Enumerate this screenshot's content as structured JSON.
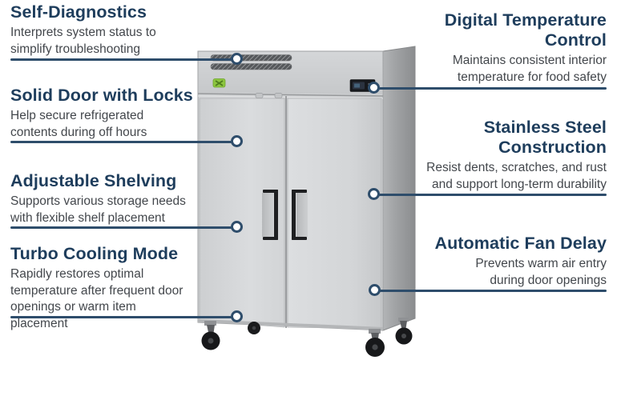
{
  "colors": {
    "accent_line": "#2e4d6b",
    "heading": "#1e3d5c",
    "body_text": "#43474c",
    "logo_green": "#8dc63f",
    "steel_front": "#d7d9db",
    "steel_side": "#9a9c9e",
    "control_panel": "#17191d"
  },
  "features": {
    "left": [
      {
        "title": "Self-Diagnostics",
        "description": "Interprets system status to simplify troubleshooting"
      },
      {
        "title": "Solid Door with Locks",
        "description": "Help secure refrigerated contents during off hours"
      },
      {
        "title": "Adjustable Shelving",
        "description": "Supports various storage needs with flexible shelf placement"
      },
      {
        "title": "Turbo Cooling Mode",
        "description": "Rapidly restores optimal temperature after frequent door openings or warm item placement"
      }
    ],
    "right": [
      {
        "title": "Digital Temperature Control",
        "description": "Maintains consistent interior temperature for food safety"
      },
      {
        "title": "Stainless Steel Construction",
        "description": "Resist dents, scratches, and rust and support long-term durability"
      },
      {
        "title": "Automatic Fan Delay",
        "description": "Prevents warm air entry during door openings"
      }
    ]
  }
}
